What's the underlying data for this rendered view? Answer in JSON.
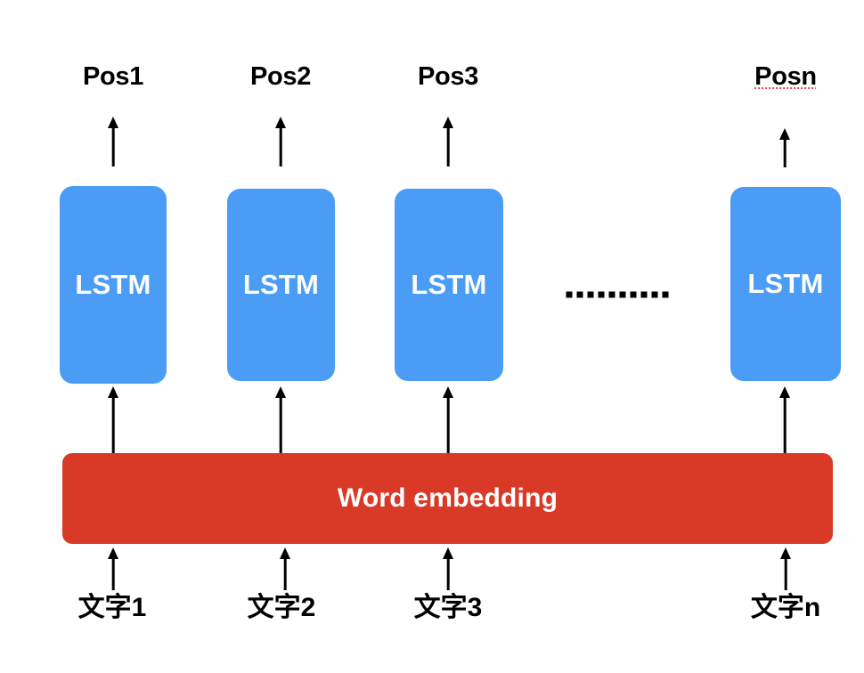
{
  "diagram": {
    "title": "LSTM sequence labeling architecture",
    "colors": {
      "lstm_fill": "#4A9CF5",
      "embedding_fill": "#D93A28",
      "arrow": "#000000",
      "background": "#FFFFFF",
      "spellcheck_underline": "#E8473F"
    },
    "output_labels": [
      {
        "text": "Pos1",
        "misspelled": false
      },
      {
        "text": "Pos2",
        "misspelled": false
      },
      {
        "text": "Pos3",
        "misspelled": false
      },
      {
        "text": "Posn",
        "misspelled": true
      }
    ],
    "lstm_cells": [
      {
        "label": "LSTM"
      },
      {
        "label": "LSTM"
      },
      {
        "label": "LSTM"
      },
      {
        "label": "LSTM"
      }
    ],
    "ellipsis": {
      "name": "horizontal-ellipsis",
      "dot_count": 10,
      "meaning": "repeated LSTM cells omitted"
    },
    "embedding_layer": {
      "label": "Word embedding"
    },
    "input_labels": [
      {
        "text": "文字1"
      },
      {
        "text": "文字2"
      },
      {
        "text": "文字3"
      },
      {
        "text": "文字n"
      }
    ]
  }
}
